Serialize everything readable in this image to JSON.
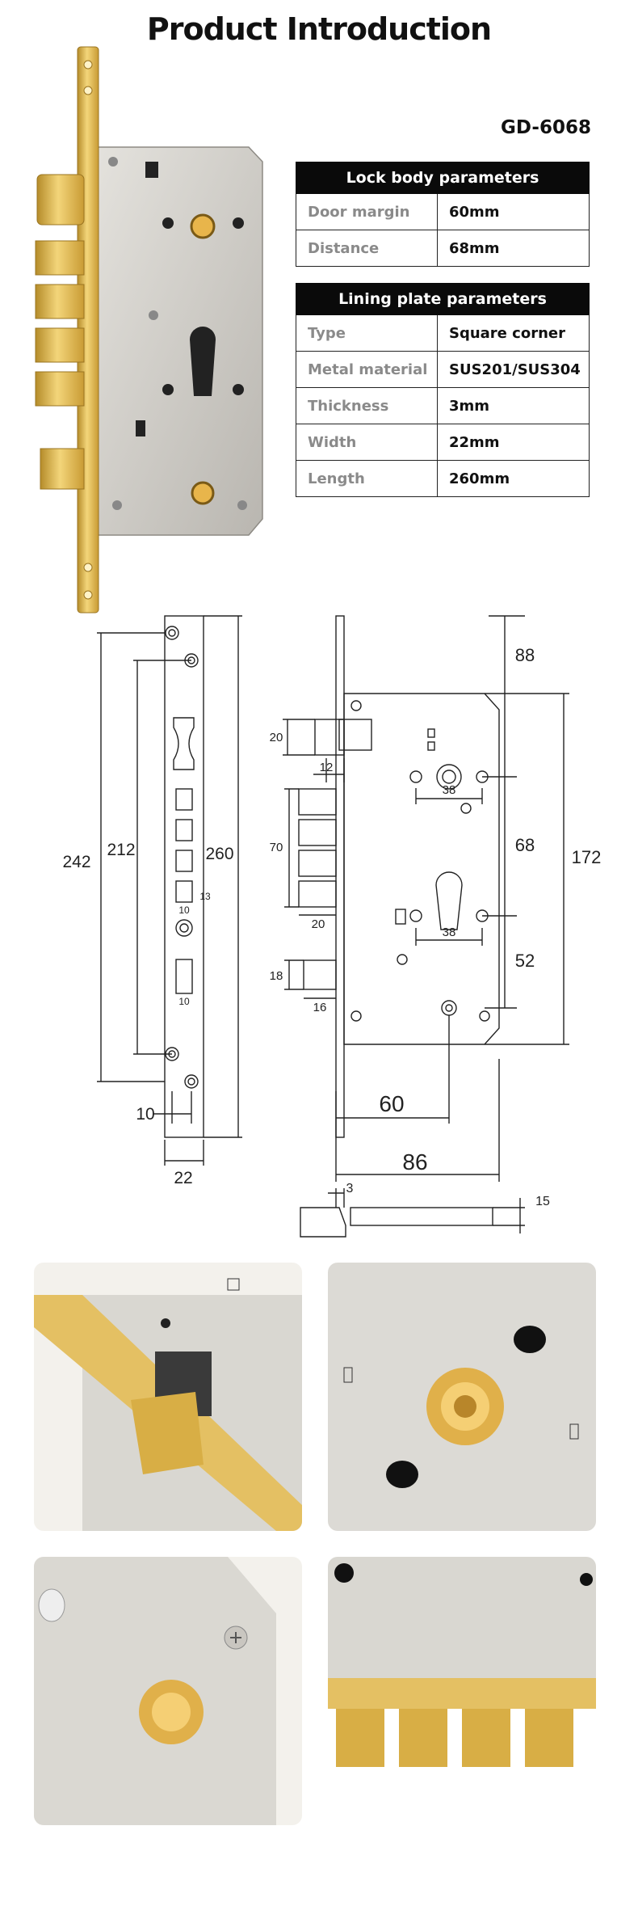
{
  "title": "Product Introduction",
  "model": "GD-6068",
  "lock_body": {
    "header": "Lock body parameters",
    "rows": [
      {
        "key": "Door margin",
        "value": "60mm"
      },
      {
        "key": "Distance",
        "value": "68mm"
      }
    ]
  },
  "lining_plate": {
    "header": "Lining plate parameters",
    "rows": [
      {
        "key": "Type",
        "value": "Square corner"
      },
      {
        "key": "Metal material",
        "value": "SUS201/SUS304"
      },
      {
        "key": "Thickness",
        "value": "3mm"
      },
      {
        "key": "Width",
        "value": "22mm"
      },
      {
        "key": "Length",
        "value": "260mm"
      }
    ]
  },
  "drawing": {
    "front": {
      "d242": "242",
      "d212": "212",
      "d260": "260",
      "d10": "10",
      "d22": "22",
      "d13": "13",
      "d10a": "10",
      "d10b": "10"
    },
    "side": {
      "d88": "88",
      "d68": "68",
      "d52": "52",
      "d172": "172",
      "d38a": "38",
      "d38b": "38",
      "d20a": "20",
      "d12": "12",
      "d70": "70",
      "d20b": "20",
      "d18": "18",
      "d16": "16",
      "d60": "60",
      "d86": "86"
    },
    "edge": {
      "d3": "3",
      "d15": "15"
    }
  },
  "colors": {
    "brass": "#d9b24a",
    "steel": "#c9c6c0",
    "ink": "#222222",
    "header": "#0a0a0a"
  }
}
